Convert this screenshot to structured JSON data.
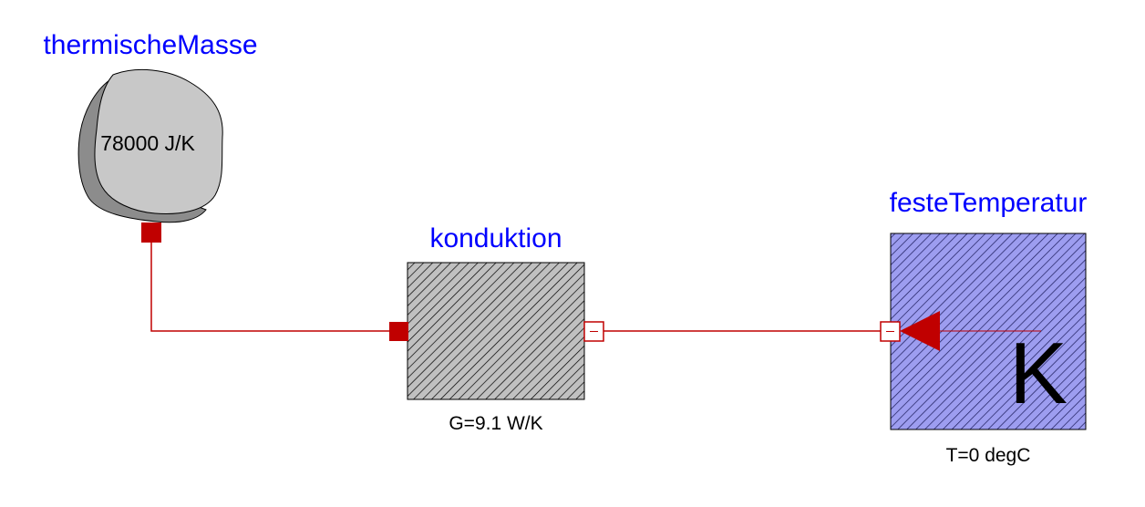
{
  "diagram": {
    "colors": {
      "name_label": "#0000ff",
      "connection": "#c00000",
      "port_fill": "#c00000",
      "conductor_fill": "#c0c0c0",
      "fixed_temp_fill": "#9d9df0",
      "mass_light": "#c8c8c8",
      "mass_dark": "#8c8c8c"
    },
    "components": {
      "mass": {
        "name": "thermischeMasse",
        "value": "78000 J/K",
        "icon": "heat-capacitor-icon"
      },
      "conductor": {
        "name": "konduktion",
        "parameter": "G=9.1 W/K",
        "icon": "thermal-conductor-icon"
      },
      "fixed_temperature": {
        "name": "festeTemperatur",
        "parameter": "T=0 degC",
        "unit_symbol": "K",
        "icon": "fixed-temperature-icon"
      }
    },
    "connections": [
      {
        "from": "thermischeMasse.port",
        "to": "konduktion.port_a"
      },
      {
        "from": "konduktion.port_b",
        "to": "festeTemperatur.port"
      }
    ]
  }
}
